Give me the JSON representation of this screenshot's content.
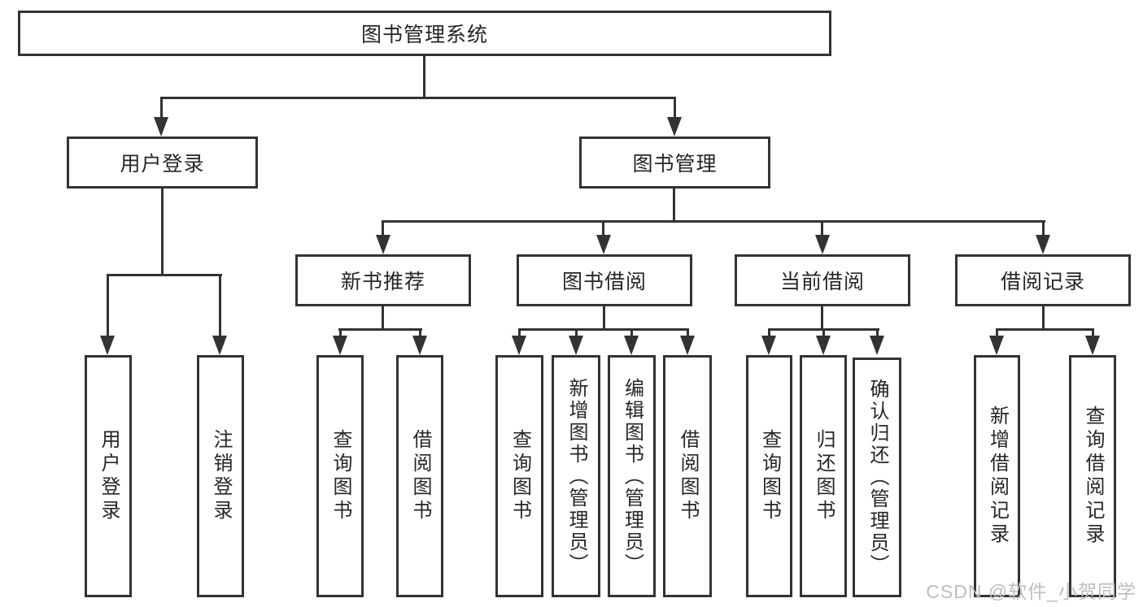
{
  "colors": {
    "line": "#333333",
    "text": "#262626",
    "fill": "#ffffff",
    "bg": "#ffffff",
    "watermark": "#bdbdbd"
  },
  "watermark": {
    "text": "CSDN @软件_小贺同学"
  },
  "tree": {
    "root": {
      "label": "图书管理系统"
    },
    "branches": [
      {
        "label": "用户登录",
        "children": [
          {
            "label": "用户登录"
          },
          {
            "label": "注销登录"
          }
        ]
      },
      {
        "label": "图书管理",
        "children": [
          {
            "label": "新书推荐",
            "children": [
              {
                "label": "查询图书"
              },
              {
                "label": "借阅图书"
              }
            ]
          },
          {
            "label": "图书借阅",
            "children": [
              {
                "label": "查询图书"
              },
              {
                "label": "新增图书（管理员）"
              },
              {
                "label": "编辑图书（管理员）"
              },
              {
                "label": "借阅图书"
              }
            ]
          },
          {
            "label": "当前借阅",
            "children": [
              {
                "label": "查询图书"
              },
              {
                "label": "归还图书"
              },
              {
                "label": "确认归还（管理员）"
              }
            ]
          },
          {
            "label": "借阅记录",
            "children": [
              {
                "label": "新增借阅记录"
              },
              {
                "label": "查询借阅记录"
              }
            ]
          }
        ]
      }
    ]
  }
}
